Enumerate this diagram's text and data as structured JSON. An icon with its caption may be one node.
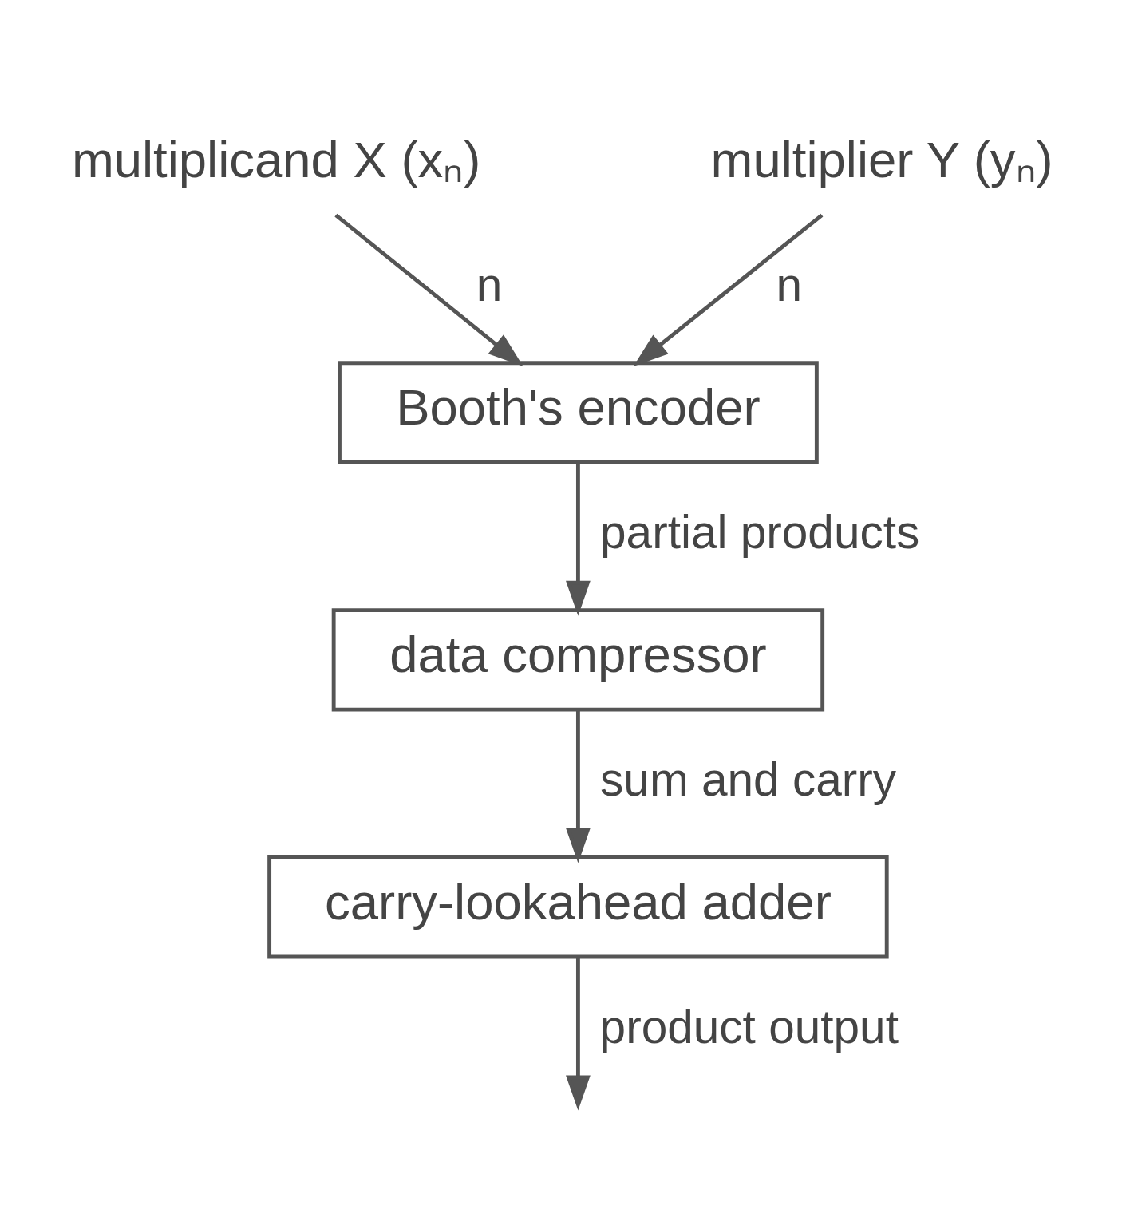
{
  "diagram": {
    "nodes": [
      {
        "text": [
          "multiplicand X (xₙ)"
        ]
      },
      {
        "text": [
          "multiplier Y (yₙ)"
        ]
      },
      {
        "text": [
          "Booth's encoder"
        ]
      },
      {
        "text": [
          "data compressor"
        ]
      },
      {
        "text": [
          "carry-lookahead adder"
        ]
      }
    ],
    "edges": [
      {
        "from": 0,
        "to": 2,
        "arrow": "to",
        "label": "n"
      },
      {
        "from": 1,
        "to": 2,
        "arrow": "to",
        "label": "n"
      },
      {
        "from": 2,
        "to": 3,
        "arrow": "to",
        "label": "partial products"
      },
      {
        "from": 3,
        "to": 4,
        "arrow": "to",
        "label": "sum and carry"
      },
      {
        "from": 4,
        "to": null,
        "arrow": "to",
        "label": "product output"
      }
    ]
  }
}
